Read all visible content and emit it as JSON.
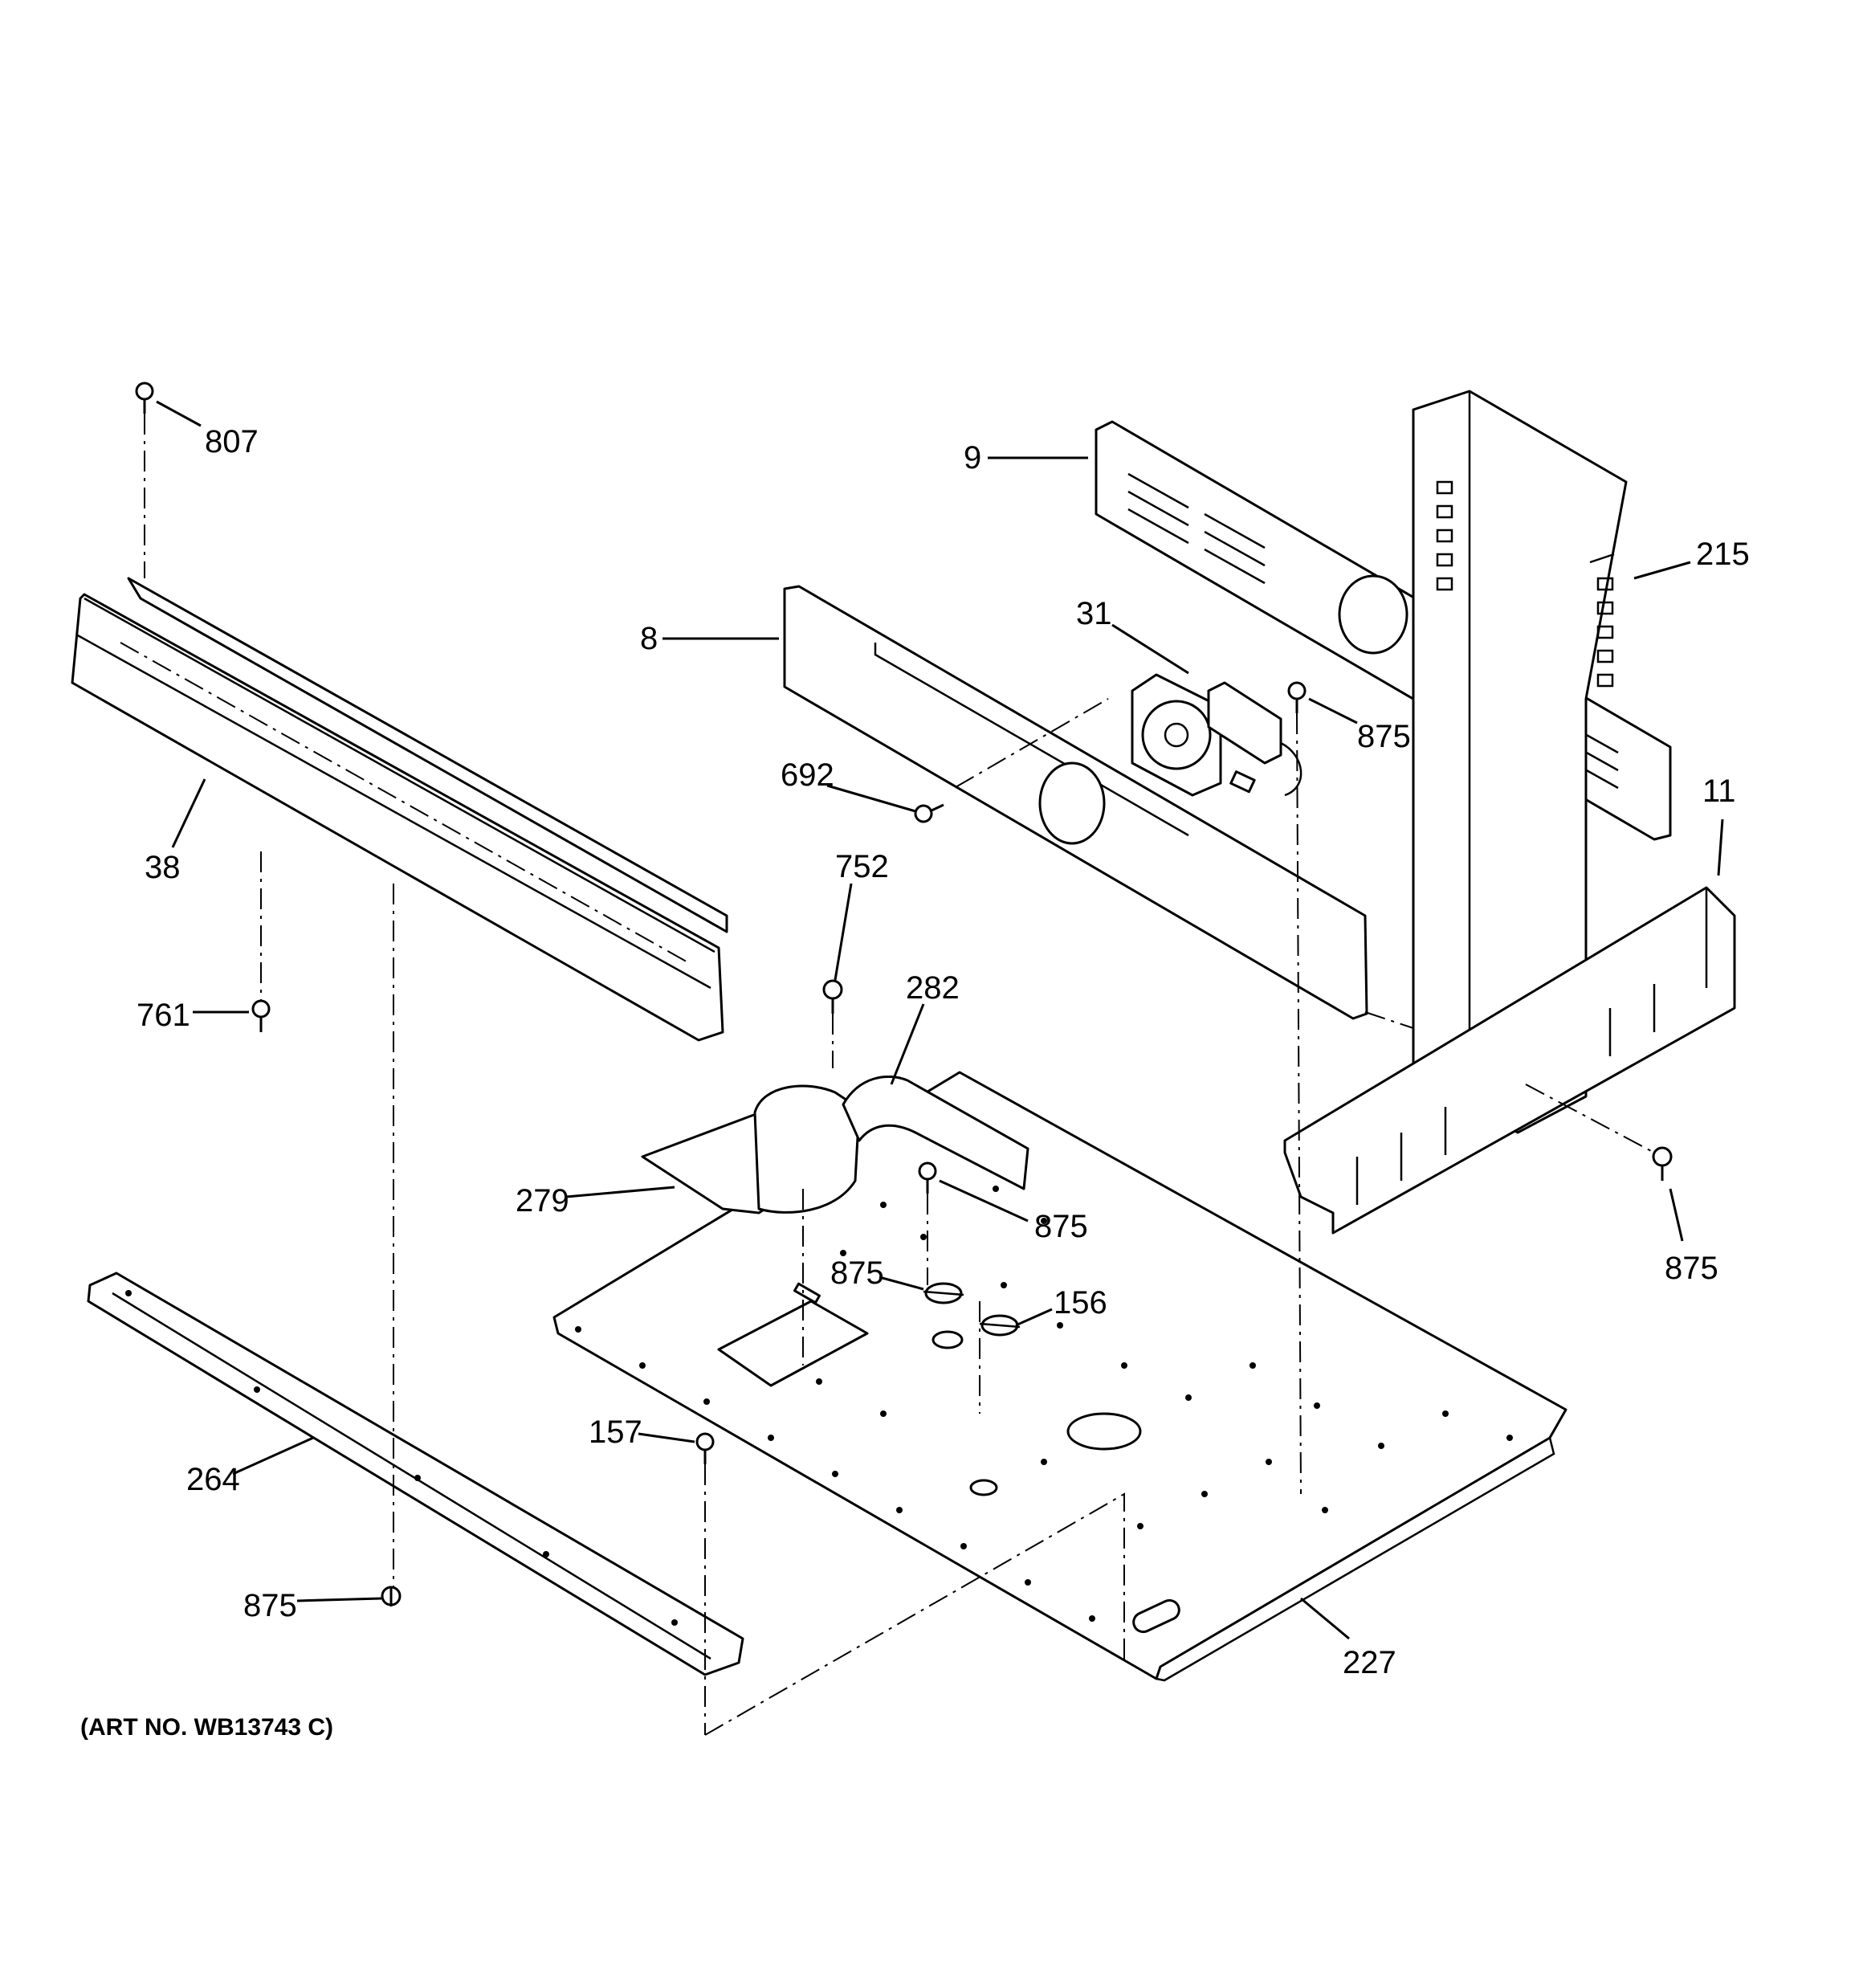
{
  "diagram": {
    "art_number": "(ART NO. WB13743 C)",
    "parts": [
      {
        "id": "807",
        "label": "807"
      },
      {
        "id": "38",
        "label": "38"
      },
      {
        "id": "761",
        "label": "761"
      },
      {
        "id": "264",
        "label": "264"
      },
      {
        "id": "875a",
        "label": "875"
      },
      {
        "id": "9",
        "label": "9"
      },
      {
        "id": "215",
        "label": "215"
      },
      {
        "id": "8",
        "label": "8"
      },
      {
        "id": "31",
        "label": "31"
      },
      {
        "id": "875b",
        "label": "875"
      },
      {
        "id": "692",
        "label": "692"
      },
      {
        "id": "11",
        "label": "11"
      },
      {
        "id": "752",
        "label": "752"
      },
      {
        "id": "282",
        "label": "282"
      },
      {
        "id": "279",
        "label": "279"
      },
      {
        "id": "875c",
        "label": "875"
      },
      {
        "id": "875d",
        "label": "875"
      },
      {
        "id": "156",
        "label": "156"
      },
      {
        "id": "157",
        "label": "157"
      },
      {
        "id": "875e",
        "label": "875"
      },
      {
        "id": "227",
        "label": "227"
      }
    ]
  }
}
